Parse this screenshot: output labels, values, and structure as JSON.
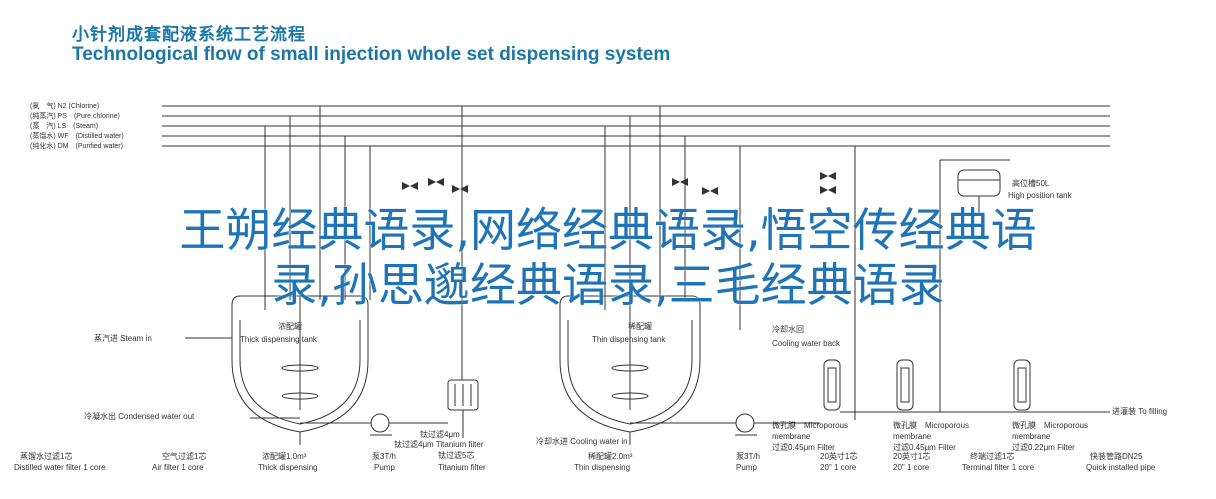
{
  "header": {
    "title_cn": "小针剂成套配液系统工艺流程",
    "title_en": "Technological flow of small injection whole set dispensing system"
  },
  "legend": [
    "(氯　气) N2 (Chlorine)",
    "(纯蒸汽) PS　(Pure chlorine)",
    "(蒸　汽) LS　(Steam)",
    "(蒸馏水) WF　(Distilled water)",
    "(纯化水) DM　(Purified water)"
  ],
  "labels": {
    "steam_in": "蒸汽进 Steam in",
    "thick_tank_cn": "浓配罐",
    "thick_tank_en": "Thick dispensing tank",
    "thin_tank_cn": "稀配罐",
    "thin_tank_en": "Thin dispensing tank",
    "high_tank_cn": "高位槽50L",
    "high_tank_en": "High position tank",
    "cooling_back": "冷却水回\nCooling water back",
    "condensed_out": "冷凝水出 Condensed water out",
    "cooling_in": "冷却水进 Cooling water in",
    "ti_filter_top": "钛过滤4μm Titanium filter",
    "ti_filter_mid": "钛过滤4μm\nTitanium filter",
    "ti_filter_bot": "钛过滤5芯\nTitanium filter",
    "to_filling": "进灌装 To filling"
  },
  "bottom_labels": [
    "蒸馏水过滤1芯\nDistilled water filter 1 core",
    "空气过滤1芯\nAir filter 1 core",
    "浓配罐1.0m³\nThick dispensing",
    "泵3T/h\nPump",
    "稀配罐2.0m³\nThin dispensing",
    "泵3T/h\nPump",
    "20英寸1芯\n20\" 1 core",
    "20英寸1芯\n20\" 1 core",
    "终端过滤1芯\nTerminal filter 1 core",
    "快装管路DN25\nQuick installed pipe"
  ],
  "micro_labels": [
    "微孔膜　Microporous\nmembrane\n过滤0.45μm Filter",
    "微孔膜　Microporous\nmembrane\n过滤0.45μm Filter",
    "微孔膜　Microporous\nmembrane\n过滤0.22μm Filter"
  ],
  "overlay": {
    "line1": "王朔经典语录,网络经典语录,悟空传经典语",
    "line2": "录,孙思邈经典语录,三毛经典语录"
  }
}
